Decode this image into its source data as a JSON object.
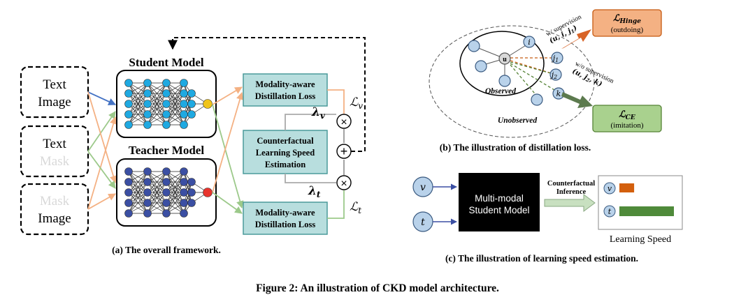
{
  "figure_caption": "Figure 2: An illustration of CKD model architecture.",
  "panel_a": {
    "caption": "(a) The overall framework.",
    "inputs": [
      {
        "line1": "Text",
        "line2": "Image"
      },
      {
        "line1": "Text",
        "line2": "Mask"
      },
      {
        "line1": "Mask",
        "line2": "Image"
      }
    ],
    "student_title": "Student Model",
    "teacher_title": "Teacher Model",
    "box_top": {
      "line1": "Modality-aware",
      "line2": "Distillation Loss"
    },
    "box_mid": {
      "line1": "Counterfactual",
      "line2": "Learning Speed",
      "line3": "Estimation"
    },
    "box_bot": {
      "line1": "Modality-aware",
      "line2": "Distillation Loss"
    },
    "lambda_v": "λ",
    "lambda_v_sub": "v",
    "lambda_t": "λ",
    "lambda_t_sub": "t",
    "loss_v": "ℒ",
    "loss_v_sub": "v",
    "loss_t": "ℒ",
    "loss_t_sub": "t",
    "times_symbol": "×",
    "plus_symbol": "+"
  },
  "panel_b": {
    "caption": "(b) The illustration of distillation loss.",
    "node_u": "u",
    "node_i": "i",
    "node_j1": "j",
    "node_j1_sub": "1",
    "node_j2": "j",
    "node_j2_sub": "2",
    "node_k": "k",
    "observed": "Observed",
    "unobserved": "Unobserved",
    "sup_line1": "w/ supervision",
    "sup_line2": "(u, i, j",
    "sup_line2_sub": "1",
    "sup_line2_end": ")",
    "nosup_line1": "w/o supervision",
    "nosup_line2": "(u, j",
    "nosup_line2_sub": "2",
    "nosup_line2_end": ", k)",
    "hinge_loss": "ℒ",
    "hinge_sub": "Hinge",
    "hinge_label": "(outdoing)",
    "ce_loss": "ℒ",
    "ce_sub": "CE",
    "ce_label": "(imitation)"
  },
  "panel_c": {
    "caption": "(c) The illustration of learning speed estimation.",
    "input_v": "v",
    "input_t": "t",
    "model_line1": "Multi-modal",
    "model_line2": "Student Model",
    "inference_line1": "Counterfactual",
    "inference_line2": "Inference",
    "bar_v_label": "v",
    "bar_t_label": "t",
    "speed_label": "Learning Speed",
    "bar_v_speed": 0.27,
    "bar_t_speed": 1.0
  },
  "colors": {
    "student_node": "#1fa9e1",
    "student_output": "#f0c419",
    "teacher_node": "#3b4fa3",
    "teacher_output": "#e8342d",
    "box_fill": "#b8dede",
    "box_border": "#4a9a9a",
    "line_blue": "#4472c4",
    "line_green": "#9cc98a",
    "line_orange": "#f4b183",
    "node_fill": "#b9d2ea",
    "node_stroke": "#3a5a80",
    "hinge_fill": "#f4b183",
    "hinge_border": "#c55a11",
    "hinge_arrow": "#d86427",
    "ce_fill": "#a9d18e",
    "ce_border": "#548235",
    "ce_arrow": "#5c7a4e",
    "bar_v": "#d35f0d",
    "bar_t": "#4f8a3a",
    "model_box": "#000000"
  }
}
